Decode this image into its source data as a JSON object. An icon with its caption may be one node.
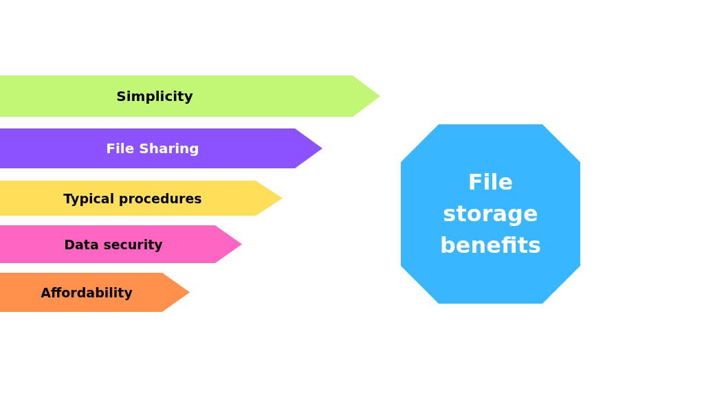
{
  "diagram": {
    "nodes": [
      {
        "text": [
          "Simplicity"
        ]
      },
      {
        "text": [
          "File Sharing"
        ]
      },
      {
        "text": [
          "Typical procedures"
        ]
      },
      {
        "text": [
          "Data security"
        ]
      },
      {
        "text": [
          "Affordability"
        ]
      },
      {
        "text": [
          "File storage benefits"
        ]
      }
    ]
  }
}
